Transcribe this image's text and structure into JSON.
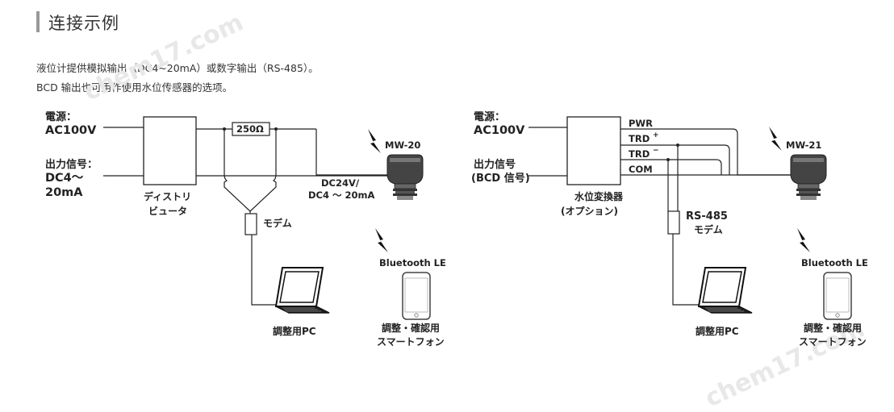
{
  "header": {
    "title": "连接示例",
    "line1": "液位计提供模拟输出（DC4~20mA）或数字输出（RS-485）。",
    "line2": "BCD 输出也可用作使用水位传感器的选项。"
  },
  "left": {
    "power_label": "電源：",
    "power_value": "AC100V",
    "output_label": "出力信号：",
    "output_value1": "DC4～",
    "output_value2": "20mA",
    "distributor1": "ディストリ",
    "distributor2": "ビュータ",
    "resistor": "250Ω",
    "dc_line1": "DC24V/",
    "dc_line2": "DC4 ～ 20mA",
    "modem": "モデム",
    "sensor": "MW-20",
    "bluetooth": "Bluetooth LE",
    "pc_label": "調整用PC",
    "phone1": "調整・確認用",
    "phone2": "スマートフォン"
  },
  "right": {
    "power_label": "電源：",
    "power_value": "AC100V",
    "output_label": "出力信号",
    "output_value": "(BCD 信号)",
    "converter1": "水位変換器",
    "converter2": "(オプション)",
    "pwr": "PWR",
    "trd_plus": "TRD",
    "trd_plus_sup": "+",
    "trd_minus": "TRD",
    "trd_minus_sup": "−",
    "com": "COM",
    "rs485": "RS-485",
    "modem": "モデム",
    "sensor": "MW-21",
    "bluetooth": "Bluetooth LE",
    "pc_label": "調整用PC",
    "phone1": "調整・確認用",
    "phone2": "スマートフォン"
  },
  "watermark": "chem17.com",
  "icons": {
    "wireless": "lightning-bolt-icon",
    "sensor": "water-level-sensor-icon",
    "laptop": "laptop-icon",
    "phone": "smartphone-icon"
  }
}
